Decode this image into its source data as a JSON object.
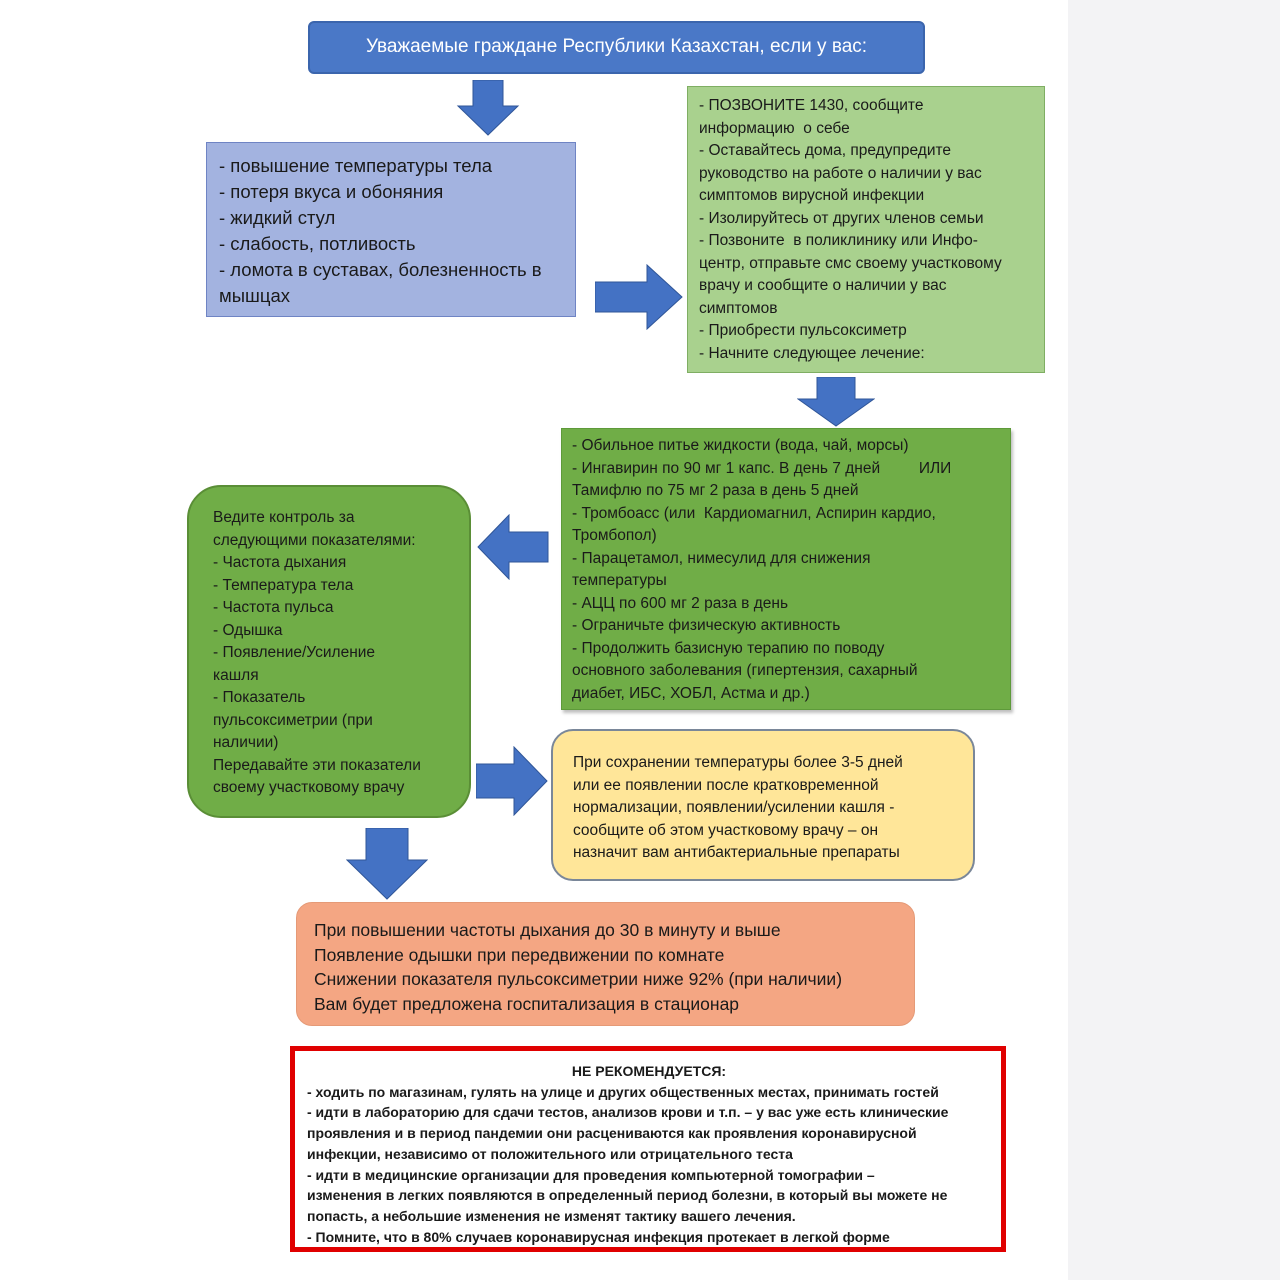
{
  "header": {
    "title": "Уважаемые граждане Республики Казахстан, если у вас:"
  },
  "symptoms": {
    "lines": [
      "- повышение температуры тела",
      "- потеря вкуса и обоняния",
      "- жидкий стул",
      "- слабость, потливость",
      "- ломота в суставах, болезненность в",
      "мышцах"
    ]
  },
  "actions": {
    "lines": [
      "- ПОЗВОНИТЕ 1430, сообщите",
      "информацию  о себе",
      "- Оставайтесь дома, предупредите",
      "руководство на работе о наличии у вас",
      "симптомов вирусной инфекции",
      "- Изолируйтесь от других членов семьи",
      "- Позвоните  в поликлинику или Инфо-",
      "центр, отправьте смс своему участковому",
      "врачу и сообщите о наличии у вас",
      "симптомов",
      "- Приобрести пульсоксиметр",
      "- Начните следующее лечение:"
    ]
  },
  "treatment": {
    "lines": [
      "- Обильное питье жидкости (вода, чай, морсы)",
      "- Ингавирин по 90 мг 1 капс. В день 7 дней         ИЛИ",
      "Тамифлю по 75 мг 2 раза в день 5 дней",
      "- Тромбоасс (или  Кардиомагнил, Аспирин кардио,",
      "Тромбопол)",
      "- Парацетамол, нимесулид для снижения",
      "температуры",
      "- АЦЦ по 600 мг 2 раза в день",
      "- Ограничьте физическую активность",
      "- Продолжить базисную терапию по поводу",
      "основного заболевания (гипертензия, сахарный",
      "диабет, ИБС, ХОБЛ, Астма и др.)"
    ]
  },
  "monitor": {
    "lines": [
      "Ведите контроль за",
      "следующими показателями:",
      "- Частота дыхания",
      "- Температура тела",
      "- Частота пульса",
      "- Одышка",
      "- Появление/Усиление",
      "кашля",
      "- Показатель",
      "пульсоксиметрии (при",
      "наличии)",
      "Передавайте эти показатели",
      "своему участковому врачу"
    ]
  },
  "warning": {
    "lines": [
      "При сохранении температуры более 3-5 дней",
      "или ее появлении после кратковременной",
      "нормализации, появлении/усилении кашля -",
      "сообщите об этом участковому врачу – он",
      "назначит вам антибактериальные препараты"
    ]
  },
  "hospital": {
    "lines": [
      "При повышении частоты дыхания до 30 в минуту и выше",
      "Появление одышки при передвижении по комнате",
      "Снижении показателя пульсоксиметрии ниже 92% (при наличии)",
      "Вам будет предложена госпитализация в стационар"
    ]
  },
  "not_recommended": {
    "title": "НЕ РЕКОМЕНДУЕТСЯ:",
    "lines": [
      "- ходить по магазинам, гулять на улице и других общественных местах, принимать гостей",
      "- идти в лабораторию для сдачи тестов, анализов крови и т.п. – у вас уже есть клинические",
      "проявления и в период пандемии они расцениваются как проявления коронавирусной",
      "инфекции, независимо от положительного или отрицательного теста",
      "- идти в медицинские организации для проведения компьютерной томографии –",
      "изменения в легких появляются в определенный период болезни, в который вы можете не",
      "попасть, а небольшие изменения не изменят тактику вашего лечения.",
      "- Помните, что в 80% случаев коронавирусная инфекция протекает в легкой форме"
    ]
  },
  "colors": {
    "arrow": "#4472c4",
    "header": "#4a78c7",
    "symptoms": "#a3b3e0",
    "actions": "#a9d18e",
    "treatment": "#70ad47",
    "warning": "#ffe699",
    "hospital": "#f4a683",
    "alert_border": "#e00000"
  }
}
